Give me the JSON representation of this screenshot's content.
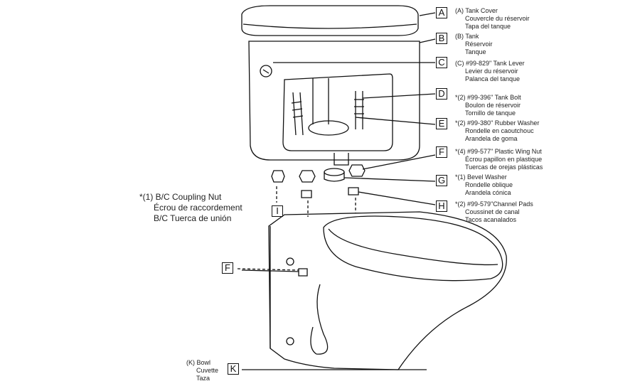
{
  "callouts": [
    {
      "letter": "A",
      "lines": [
        "(A) Tank Cover",
        "Couvercle du réservoir",
        "Tapa del tanque"
      ]
    },
    {
      "letter": "B",
      "lines": [
        "(B) Tank",
        "Réservoir",
        "Tanque"
      ]
    },
    {
      "letter": "C",
      "lines": [
        "(C) #99-829\" Tank Lever",
        "Levier du réservoir",
        "Palanca del tanque"
      ]
    },
    {
      "letter": "D",
      "lines": [
        "*(2) #99-396\" Tank Bolt",
        "Boulon de réservoir",
        "Tornillo de tanque"
      ]
    },
    {
      "letter": "E",
      "lines": [
        "*(2) #99-380\" Rubber Washer",
        "Rondelle en caoutchouc",
        "Arandela de goma"
      ]
    },
    {
      "letter": "F",
      "lines": [
        "*(4) #99-577\" Plastic Wing Nut",
        "Écrou papillon en plastique",
        "Tuercas de orejas plásticas"
      ]
    },
    {
      "letter": "G",
      "lines": [
        "*(1) Bevel Washer",
        "Rondelle oblique",
        "Arandela cónica"
      ]
    },
    {
      "letter": "H",
      "lines": [
        "*(2) #99-579\"Channel Pads",
        "Coussinet de canal",
        "Tacos acanalados"
      ]
    }
  ],
  "coupling_nut": {
    "letter": "I",
    "lines": [
      "*(1) B/C Coupling Nut",
      "Écrou de raccordement",
      "B/C Tuerca de unión"
    ]
  },
  "left_f": {
    "letter": "F"
  },
  "bowl": {
    "letter": "K",
    "lines": [
      "(K) Bowl",
      "Cuvette",
      "Taza"
    ]
  }
}
